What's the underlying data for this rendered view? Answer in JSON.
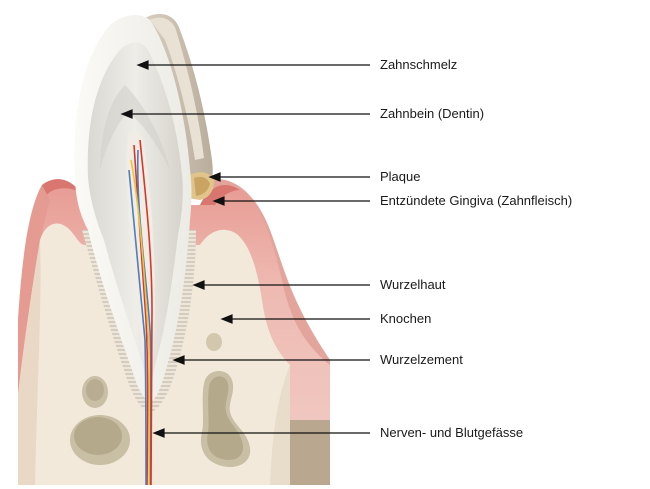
{
  "diagram": {
    "labels": [
      {
        "key": "zahnschmelz",
        "text": "Zahnschmelz"
      },
      {
        "key": "zahnbein",
        "text": "Zahnbein (Dentin)"
      },
      {
        "key": "plaque",
        "text": "Plaque"
      },
      {
        "key": "gingiva",
        "text": "Entzündete Gingiva (Zahnfleisch)"
      },
      {
        "key": "wurzelhaut",
        "text": "Wurzelhaut"
      },
      {
        "key": "knochen",
        "text": "Knochen"
      },
      {
        "key": "wurzelzement",
        "text": "Wurzelzement"
      },
      {
        "key": "nerven",
        "text": "Nerven- und Blutgefässe"
      }
    ]
  },
  "colors": {
    "enamel": "#f4f2ec",
    "dentin": "#e6e5e0",
    "dentin_shadow": "#cfc8bb",
    "plaque": "#e0c48a",
    "gingiva": "#e8a29a",
    "gingiva_dark": "#d9766f",
    "bone": "#f2e9da",
    "bone_cavity": "#c9bfa5",
    "nerve_red": "#d8362b",
    "nerve_blue": "#4a7fc1",
    "nerve_yellow": "#f0c23a",
    "leader_line": "#111111"
  }
}
